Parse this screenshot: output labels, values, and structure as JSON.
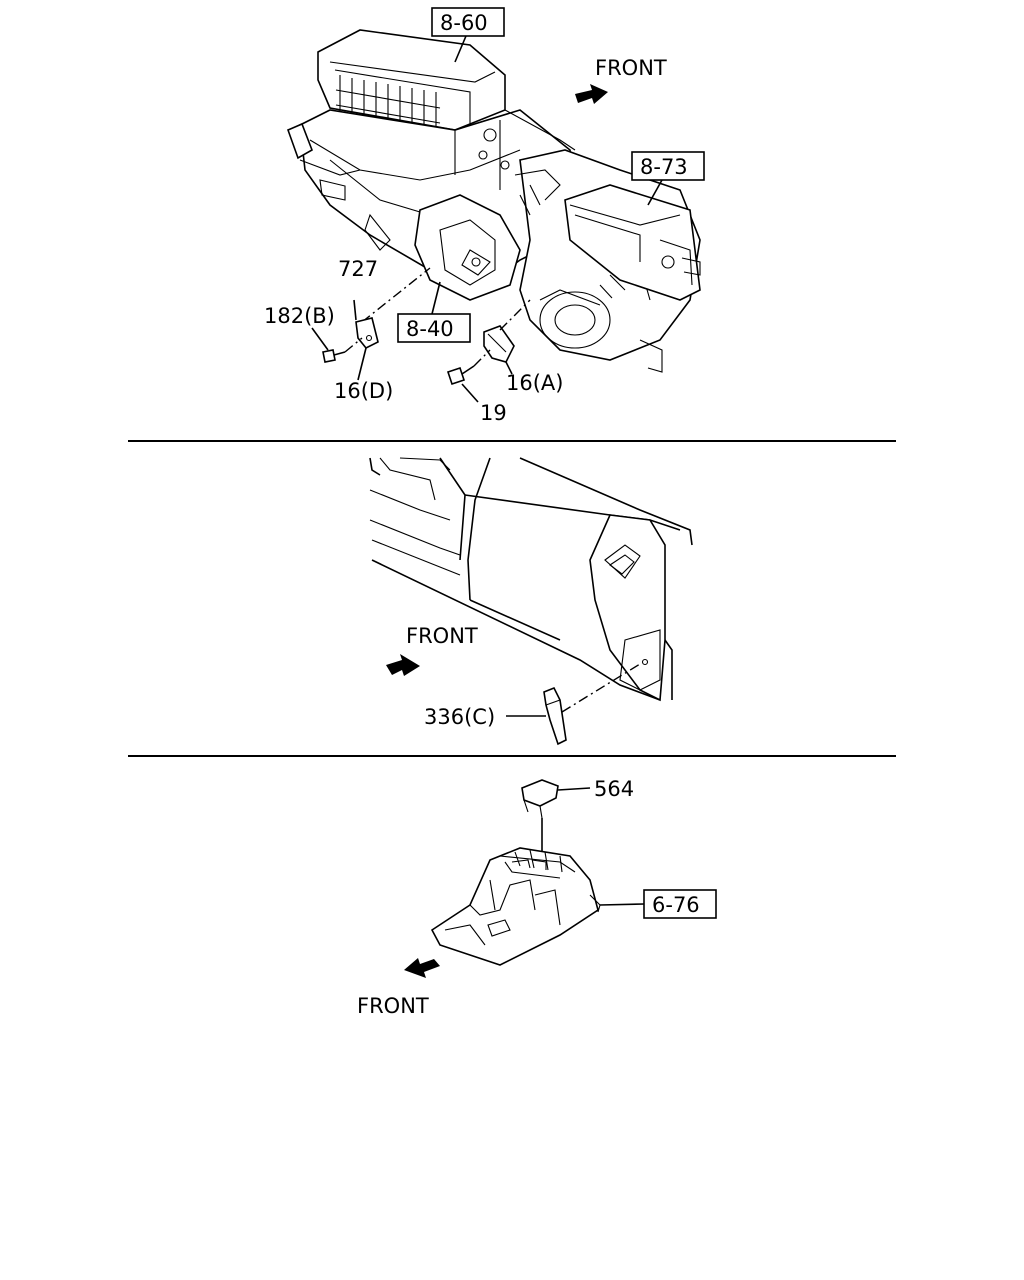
{
  "panels": {
    "top": {
      "front_label": "FRONT",
      "refs": {
        "r860": "8-60",
        "r873": "8-73",
        "r840": "8-40"
      },
      "parts": {
        "p727": "727",
        "p182b": "182(B)",
        "p16d": "16(D)",
        "p16a": "16(A)",
        "p19": "19"
      }
    },
    "middle": {
      "front_label": "FRONT",
      "parts": {
        "p336c": "336(C)"
      }
    },
    "bottom": {
      "front_label": "FRONT",
      "refs": {
        "r676": "6-76"
      },
      "parts": {
        "p564": "564"
      }
    }
  }
}
